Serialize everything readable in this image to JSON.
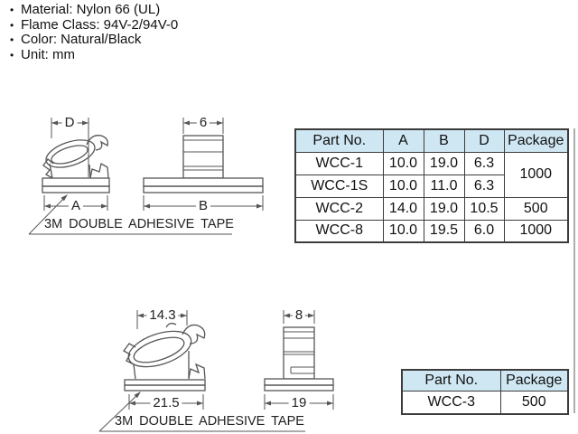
{
  "notes": {
    "items": [
      "Material: Nylon 66 (UL)",
      "Flame Class: 94V-2/94V-0",
      "Color: Natural/Black",
      "Unit: mm"
    ]
  },
  "figures": {
    "top": {
      "dim_side_top": "D",
      "dim_side_bottom": "A",
      "dim_front_top": "6",
      "dim_front_bottom": "B",
      "tape_note": "3M DOUBLE ADHESIVE TAPE"
    },
    "bottom": {
      "dim_side_top": "14.3",
      "dim_side_bottom": "21.5",
      "dim_front_top": "8",
      "dim_front_bottom": "19",
      "tape_note": "3M DOUBLE ADHESIVE TAPE"
    }
  },
  "spec_table": {
    "headers": [
      "Part No.",
      "A",
      "B",
      "D",
      "Package"
    ],
    "rows": [
      {
        "part": "WCC-1",
        "a": "10.0",
        "b": "19.0",
        "d": "6.3",
        "package": "1000"
      },
      {
        "part": "WCC-1S",
        "a": "10.0",
        "b": "11.0",
        "d": "6.3"
      },
      {
        "part": "WCC-2",
        "a": "14.0",
        "b": "19.0",
        "d": "10.5",
        "package": "500"
      },
      {
        "part": "WCC-8",
        "a": "10.0",
        "b": "19.5",
        "d": "6.0",
        "package": "1000"
      }
    ]
  },
  "package_table": {
    "headers": [
      "Part No.",
      "Package"
    ],
    "rows": [
      {
        "part": "WCC-3",
        "package": "500"
      }
    ]
  },
  "colors": {
    "header_fill": "#cfe7f2",
    "table_border": "#3c3c3c",
    "line": "#565656",
    "rule": "#8a8a8a"
  }
}
